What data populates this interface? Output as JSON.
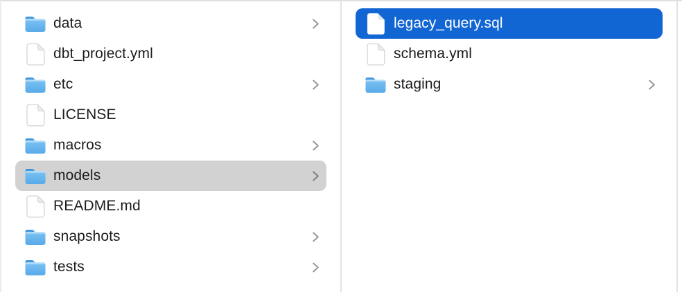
{
  "app": {
    "name": "Finder",
    "view": "column-view"
  },
  "colors": {
    "selection_active": "#1266d4",
    "selection_inactive": "#d2d2d3",
    "text": "#1c1c1e",
    "text_selected": "#ffffff",
    "chevron": "#97979b",
    "divider": "#e3e3e3",
    "folder_tab": "#4397dd",
    "folder_body_top": "#9ad2f7",
    "folder_body_bottom": "#58aae9"
  },
  "columns": [
    {
      "name": "left",
      "items": [
        {
          "label": "data",
          "type": "folder",
          "has_chevron": true,
          "selected": false,
          "selection_style": null
        },
        {
          "label": "dbt_project.yml",
          "type": "file",
          "has_chevron": false,
          "selected": false,
          "selection_style": null
        },
        {
          "label": "etc",
          "type": "folder",
          "has_chevron": true,
          "selected": false,
          "selection_style": null
        },
        {
          "label": "LICENSE",
          "type": "file",
          "has_chevron": false,
          "selected": false,
          "selection_style": null
        },
        {
          "label": "macros",
          "type": "folder",
          "has_chevron": true,
          "selected": false,
          "selection_style": null
        },
        {
          "label": "models",
          "type": "folder",
          "has_chevron": true,
          "selected": true,
          "selection_style": "inactive"
        },
        {
          "label": "README.md",
          "type": "file",
          "has_chevron": false,
          "selected": false,
          "selection_style": null
        },
        {
          "label": "snapshots",
          "type": "folder",
          "has_chevron": true,
          "selected": false,
          "selection_style": null
        },
        {
          "label": "tests",
          "type": "folder",
          "has_chevron": true,
          "selected": false,
          "selection_style": null
        }
      ]
    },
    {
      "name": "right",
      "items": [
        {
          "label": "legacy_query.sql",
          "type": "file",
          "has_chevron": false,
          "selected": true,
          "selection_style": "active"
        },
        {
          "label": "schema.yml",
          "type": "file",
          "has_chevron": false,
          "selected": false,
          "selection_style": null
        },
        {
          "label": "staging",
          "type": "folder",
          "has_chevron": true,
          "selected": false,
          "selection_style": null
        }
      ]
    }
  ]
}
